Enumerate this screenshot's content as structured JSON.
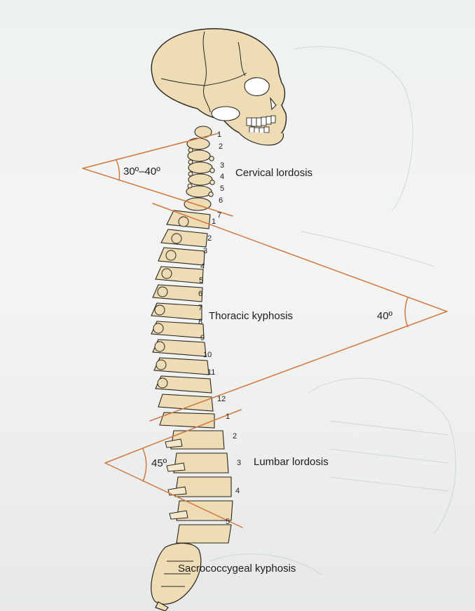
{
  "region_labels": {
    "cervical": "Cervical lordosis",
    "thoracic": "Thoracic kyphosis",
    "lumbar": "Lumbar lordosis",
    "sacral": "Sacrococcygeal kyphosis"
  },
  "angles": {
    "cervical": "30º–40º",
    "thoracic": "40º",
    "lumbar": "45º"
  },
  "vertebra_numbers": {
    "cervical": [
      "1",
      "2",
      "3",
      "4",
      "5",
      "6",
      "7"
    ],
    "thoracic": [
      "1",
      "2",
      "3",
      "4",
      "5",
      "6",
      "7",
      "8",
      "9",
      "10",
      "11",
      "12"
    ],
    "lumbar": [
      "1",
      "2",
      "3",
      "4",
      "5"
    ]
  },
  "colors": {
    "bone": "#eddcb4",
    "bone_outline": "#2a2520",
    "angle_line": "#d2773e",
    "paper": "#eef1f1"
  }
}
